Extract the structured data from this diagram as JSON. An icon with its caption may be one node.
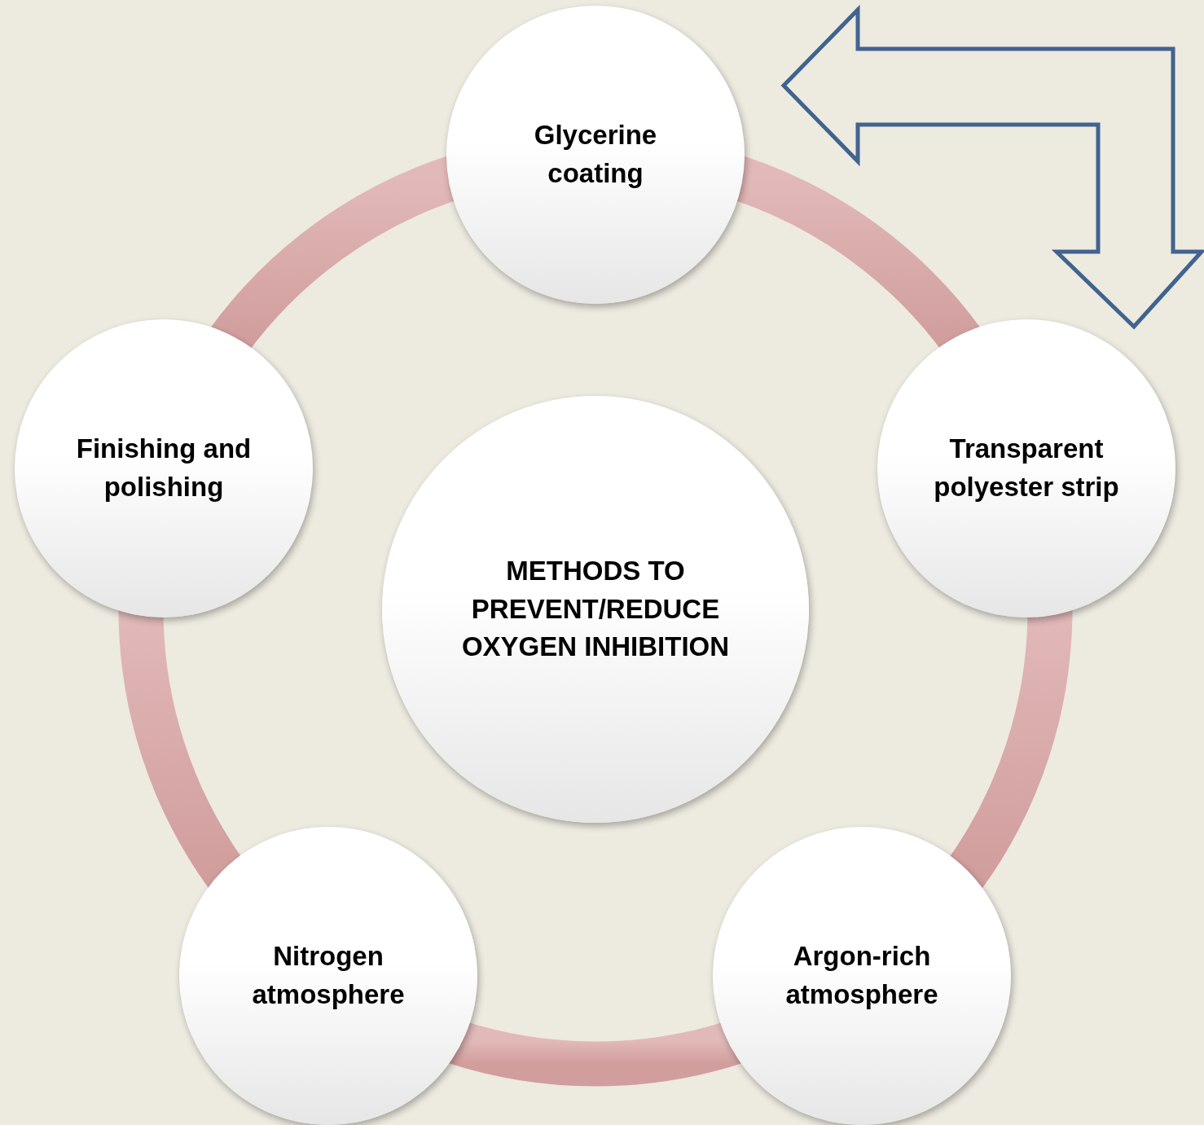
{
  "diagram": {
    "nodes": [
      {
        "text": [
          "METHODS TO PREVENT/REDUCE OXYGEN INHIBITION"
        ]
      },
      {
        "text": [
          "Glycerine coating"
        ]
      },
      {
        "text": [
          "Transparent polyester strip"
        ]
      },
      {
        "text": [
          "Argon-rich atmosphere"
        ]
      },
      {
        "text": [
          "Nitrogen atmosphere"
        ]
      },
      {
        "text": [
          "Finishing and polishing"
        ]
      }
    ],
    "edges": [
      {
        "from": 1,
        "to": 2,
        "arrow": "none",
        "style": "thick"
      },
      {
        "from": 2,
        "to": 3,
        "arrow": "none",
        "style": "thick"
      },
      {
        "from": 3,
        "to": 4,
        "arrow": "none",
        "style": "thick"
      },
      {
        "from": 4,
        "to": 5,
        "arrow": "none",
        "style": "thick"
      },
      {
        "from": 5,
        "to": 1,
        "arrow": "none",
        "style": "thick"
      },
      {
        "from": 1,
        "to": 2,
        "arrow": "both",
        "color": "#41638f"
      }
    ]
  }
}
